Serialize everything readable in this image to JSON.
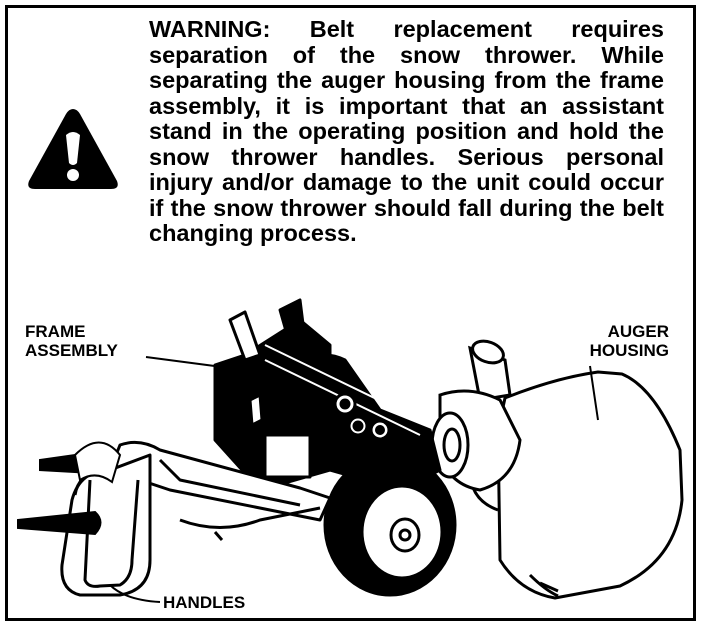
{
  "warning": {
    "text": "WARNING: Belt replacement requires separation of the snow thrower. While separating the auger housing from the frame assembly, it is important that an assistant stand in the operating position and hold the snow thrower handles. Se­rious personal injury and/or damage to the unit could occur if the snow thrower should fall during the belt changing process."
  },
  "labels": {
    "frame_line1": "FRAME",
    "frame_line2": "ASSEMBLY",
    "auger_line1": "AUGER",
    "auger_line2": "HOUSING",
    "handles": "HANDLES"
  },
  "icons": {
    "warning": "warning-triangle-exclamation-icon"
  },
  "colors": {
    "ink": "#000000",
    "paper": "#ffffff"
  }
}
